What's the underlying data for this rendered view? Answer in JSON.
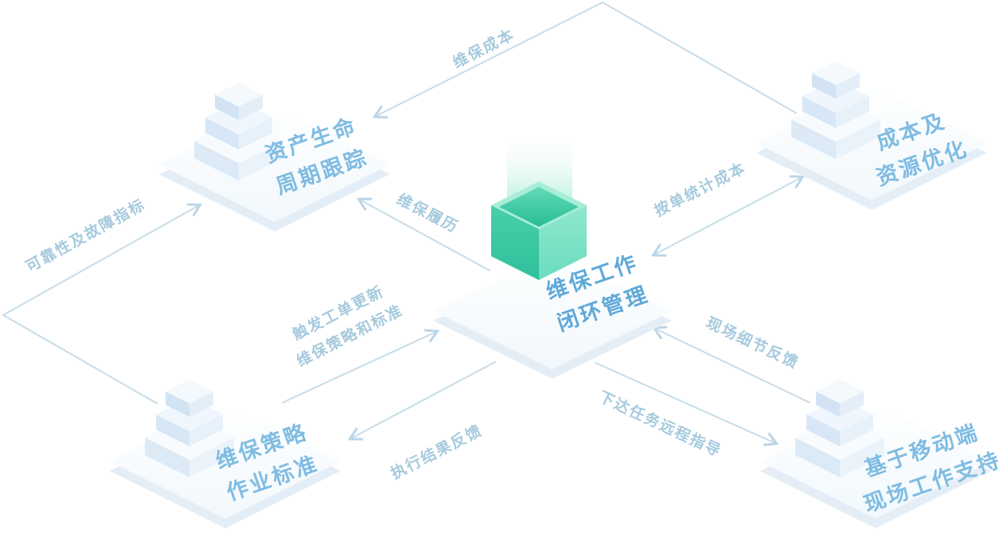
{
  "diagram": {
    "center_node": {
      "title_line1": "维保工作",
      "title_line2": "闭环管理"
    },
    "nodes": {
      "asset_lifecycle": {
        "title_line1": "资产生命",
        "title_line2": "周期跟踪"
      },
      "cost_optimization": {
        "title_line1": "成本及",
        "title_line2": "资源优化"
      },
      "maintenance_strategy": {
        "title_line1": "维保策略",
        "title_line2": "作业标准"
      },
      "mobile_support": {
        "title_line1": "基于移动端",
        "title_line2": "现场工作支持"
      }
    },
    "edge_labels": {
      "maintenance_cost": "维保成本",
      "maintenance_history": "维保履历",
      "per_order_cost": "按单统计成本",
      "reliability_fault_metrics": "可靠性及故障指标",
      "trigger_line1": "触发工单更新",
      "trigger_line2": "维保策略和标准",
      "execution_feedback": "执行结果反馈",
      "site_detail_feedback": "现场细节反馈",
      "dispatch_remote_guidance": "下达任务远程指导"
    },
    "colors": {
      "outer_node_title": "#7fbce2",
      "center_node_title": "#5fa9d8",
      "edge_label": "#a6cadd",
      "connector_line": "#c6dcea",
      "cube_teal": "#2fc09b",
      "platform_white": "#ffffff",
      "background": "#ffffff"
    }
  }
}
